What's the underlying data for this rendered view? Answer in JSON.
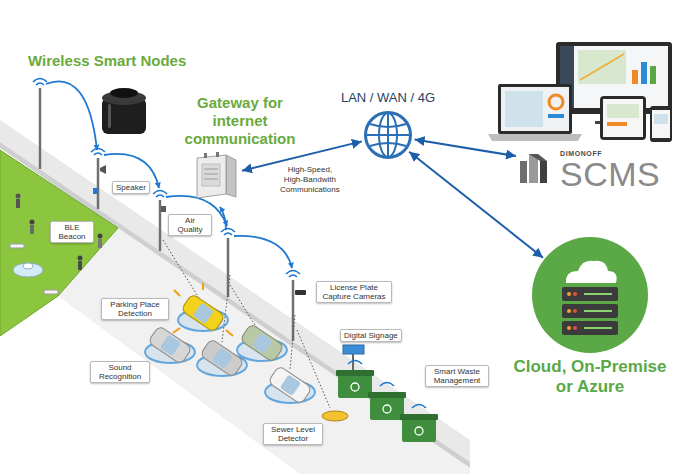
{
  "diagram": {
    "nodes": [
      {
        "text": [
          "Gateway for internet communication"
        ]
      },
      {
        "text": [
          "LAN / WAN / 4G"
        ]
      },
      {
        "text": [
          "DIMONOFF",
          "SCMS"
        ]
      },
      {
        "text": [
          "Cloud, On-Premise or Azure"
        ]
      },
      {
        "text": [
          "Speaker"
        ]
      },
      {
        "text": [
          "BLE Beacon"
        ]
      },
      {
        "text": [
          "Air Quality"
        ]
      },
      {
        "text": [
          "License Plate Capture Cameras"
        ]
      },
      {
        "text": [
          "Parking Place Detection"
        ]
      },
      {
        "text": [
          "Digital Signage"
        ]
      },
      {
        "text": [
          "Sound Recognition"
        ]
      },
      {
        "text": [
          "Smart Waste Management"
        ]
      },
      {
        "text": [
          "Sewer Level Detector"
        ]
      }
    ],
    "edges": [
      {
        "from": 0,
        "to": 1,
        "arrow": "both",
        "label": "High-Speed, High-Bandwith Communications"
      },
      {
        "from": 1,
        "to": 2,
        "arrow": "both"
      },
      {
        "from": 1,
        "to": 3,
        "arrow": "both"
      }
    ],
    "labels": [
      "Wireless Smart Nodes"
    ]
  }
}
